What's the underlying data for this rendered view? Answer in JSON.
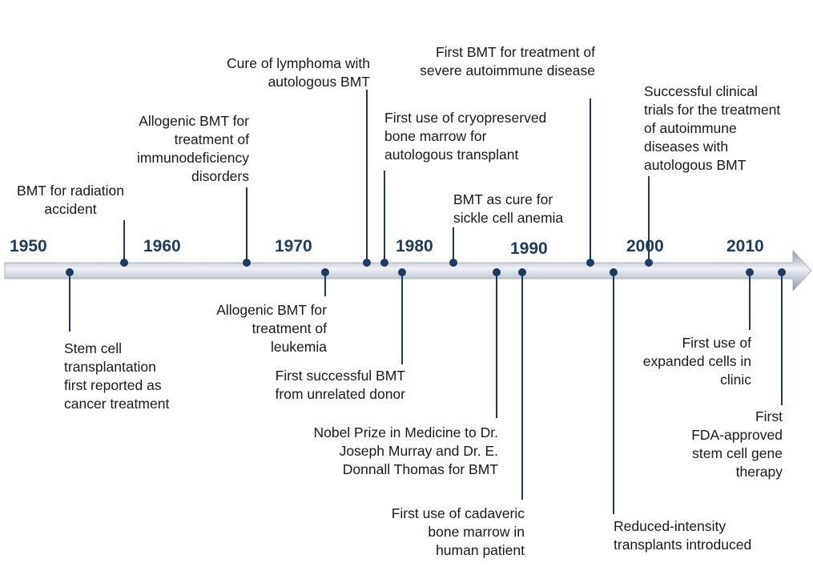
{
  "colors": {
    "line": "#1f3a5f",
    "arrow_light": "#e4e8ee",
    "arrow_mid": "#b7c0cc",
    "arrow_dark": "#8d98a8",
    "text": "#1a1a1a",
    "decade": "#1f3a5f"
  },
  "decades": [
    "1950",
    "1960",
    "1970",
    "1980",
    "1990",
    "2000",
    "2010"
  ],
  "events": [
    {
      "text": "Stem cell\ntransplantation\nfirst reported as\ncancer treatment"
    },
    {
      "text": "BMT for radiation\naccident"
    },
    {
      "text": "Allogenic BMT for\ntreatment of\nimmunodeficiency\ndisorders"
    },
    {
      "text": "Allogenic BMT for\ntreatment of\nleukemia"
    },
    {
      "text": "Cure of lymphoma with\nautologous BMT"
    },
    {
      "text": "First use of cryopreserved\nbone marrow for\nautologous transplant"
    },
    {
      "text": "First successful BMT\nfrom unrelated donor"
    },
    {
      "text": "BMT as cure for\nsickle cell anemia"
    },
    {
      "text": "Nobel Prize in Medicine to Dr.\nJoseph Murray and Dr. E.\nDonnall Thomas for BMT"
    },
    {
      "text": "First use of cadaveric\nbone marrow in\nhuman patient"
    },
    {
      "text": "First BMT for treatment of\nsevere autoimmune disease"
    },
    {
      "text": "Reduced-intensity\ntransplants introduced"
    },
    {
      "text": "Successful clinical\ntrials for the treatment\nof autoimmune\ndiseases with\nautologous BMT"
    },
    {
      "text": "First use of\nexpanded cells in\nclinic"
    },
    {
      "text": "First\nFDA-approved\nstem cell gene\ntherapy"
    }
  ]
}
